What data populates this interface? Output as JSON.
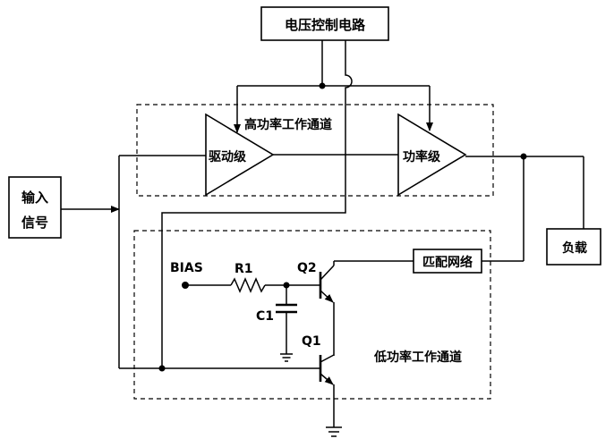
{
  "labels": {
    "voltage_control": "电压控制电路",
    "input_signal_line1": "输入",
    "input_signal_line2": "信号",
    "high_power_channel": "高功率工作通道",
    "driver_stage": "驱动级",
    "power_stage": "功率级",
    "load": "负载",
    "bias": "BIAS",
    "r1": "R1",
    "q2": "Q2",
    "c1": "C1",
    "q1": "Q1",
    "matching_network": "匹配网络",
    "low_power_channel": "低功率工作通道"
  }
}
